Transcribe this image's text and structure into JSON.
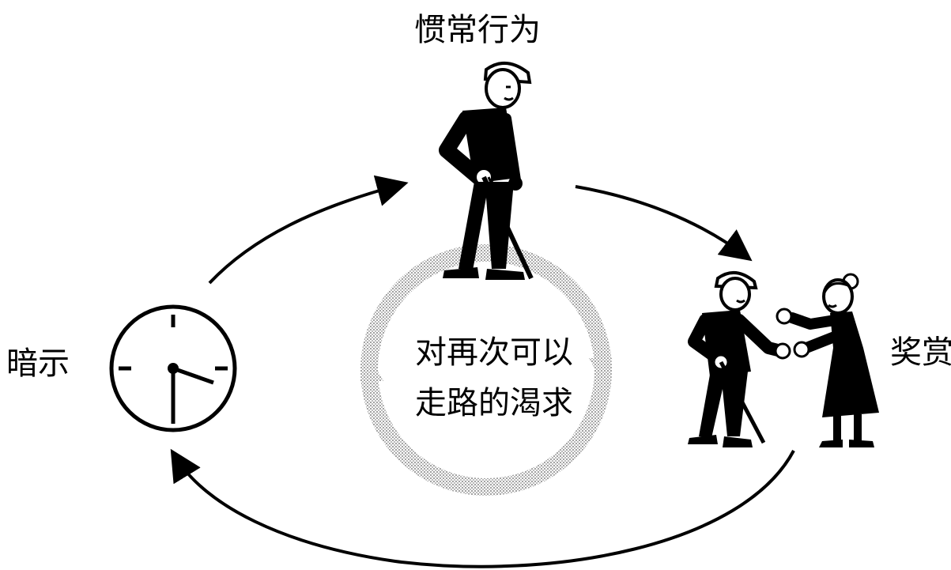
{
  "labels": {
    "habit": "惯常行为",
    "cue": "暗示",
    "reward": "奖赏"
  },
  "craving": {
    "line1": "对再次可以",
    "line2": "走路的渴求"
  },
  "icons": {
    "cue": "clock-icon",
    "habit": "elderly-man-with-cane",
    "reward": "elderly-couple-greeting"
  },
  "colors": {
    "ink": "#000000",
    "ring": "#b9b9b9",
    "background": "#ffffff"
  }
}
